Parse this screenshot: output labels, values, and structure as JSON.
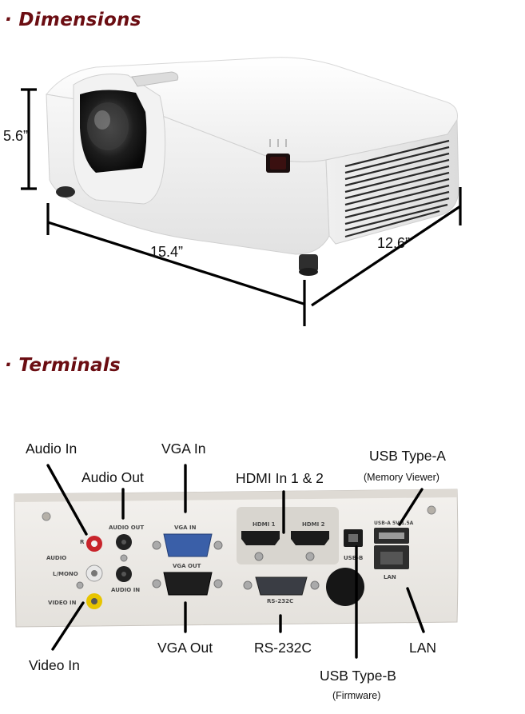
{
  "sections": {
    "dimensions_title": "Dimensions",
    "terminals_title": "Terminals",
    "bullet": "·"
  },
  "dimensions": {
    "height": "5.6”",
    "width": "15.4”",
    "depth": "12.6”"
  },
  "terminals": {
    "audio_in": "Audio In",
    "audio_out": "Audio Out",
    "vga_in": "VGA In",
    "hdmi_in": "HDMI In 1 & 2",
    "usb_type_a": "USB Type-A",
    "usb_type_a_note": "(Memory Viewer)",
    "video_in": "Video In",
    "vga_out": "VGA Out",
    "rs232c": "RS-232C",
    "lan": "LAN",
    "usb_type_b": "USB Type-B",
    "usb_type_b_note": "(Firmware)"
  },
  "panel_labels": {
    "r": "R",
    "audio": "AUDIO",
    "l_mono": "L/MONO",
    "video_in": "VIDEO IN",
    "audio_out": "AUDIO OUT",
    "audio_in": "AUDIO IN",
    "vga_in": "VGA IN",
    "vga_out": "VGA OUT",
    "hdmi1": "HDMI 1",
    "hdmi2": "HDMI 2",
    "rs232c": "RS-232C",
    "usb_b": "USB-B",
    "usb_a": "USB-A 5V/1.5A",
    "lan": "LAN"
  },
  "colors": {
    "title": "#6b0d12",
    "audio_r_jack": "#c8242b",
    "audio_l_jack": "#e8e8e8",
    "video_jack": "#e7c400",
    "vga_blue": "#3a5fa8"
  }
}
